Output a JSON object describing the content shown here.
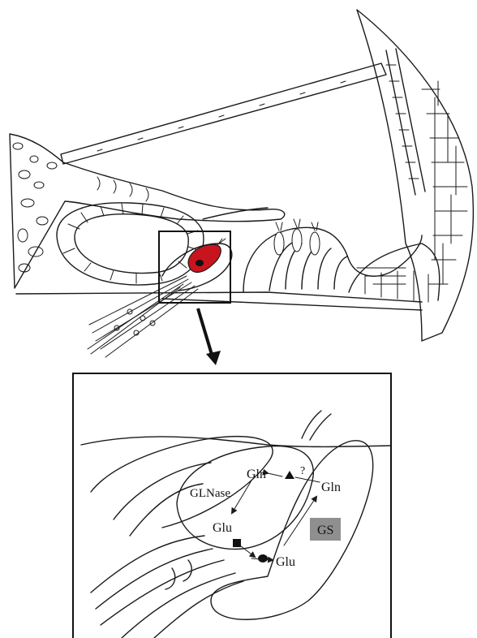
{
  "figure": {
    "colors": {
      "inner_hair_cell": "#c8141e",
      "gs_box": "#8f8f8f",
      "line": "#1a1a1a"
    }
  },
  "inset": {
    "labels": {
      "gln_left": "Gln",
      "gln_right": "Gln",
      "question": "?",
      "glnase": "GLNase",
      "glu_top": "Glu",
      "glu_bottom": "Glu",
      "gs": "GS"
    }
  }
}
